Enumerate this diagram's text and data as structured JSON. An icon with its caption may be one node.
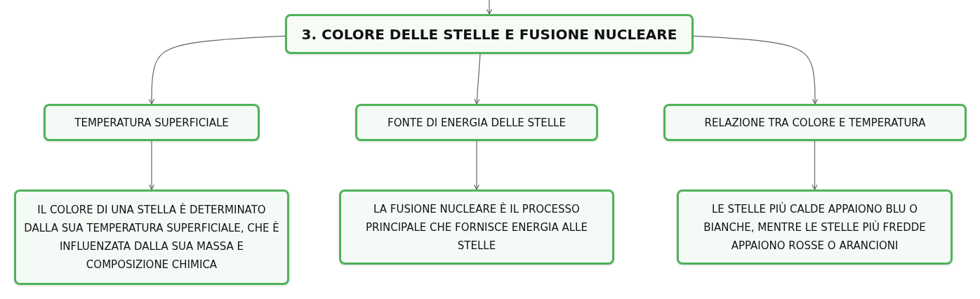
{
  "diagram": {
    "nodes": [
      {
        "text": [
          "3. COLORE DELLE STELLE E FUSIONE NUCLEARE"
        ]
      },
      {
        "text": [
          "TEMPERATURA SUPERFICIALE"
        ]
      },
      {
        "text": [
          "FONTE DI ENERGIA DELLE STELLE"
        ]
      },
      {
        "text": [
          "RELAZIONE TRA COLORE E TEMPERATURA"
        ]
      },
      {
        "text": [
          "IL COLORE DI UNA STELLA È DETERMINATO DALLA SUA TEMPERATURA SUPERFICIALE, CHE È INFLUENZATA DALLA SUA MASSA E COMPOSIZIONE CHIMICA"
        ]
      },
      {
        "text": [
          "LA FUSIONE NUCLEARE È IL PROCESSO PRINCIPALE CHE FORNISCE ENERGIA ALLE STELLE"
        ]
      },
      {
        "text": [
          "LE STELLE PIÙ CALDE APPAIONO BLU O BIANCHE, MENTRE LE STELLE PIÙ FREDDE APPAIONO ROSSE O ARANCIONI"
        ]
      }
    ],
    "edges": [
      {
        "from": null,
        "to": 0,
        "arrow": "to"
      },
      {
        "from": 0,
        "to": 1,
        "arrow": "to"
      },
      {
        "from": 0,
        "to": 2,
        "arrow": "to"
      },
      {
        "from": 0,
        "to": 3,
        "arrow": "to"
      },
      {
        "from": 1,
        "to": 4,
        "arrow": "to"
      },
      {
        "from": 2,
        "to": 5,
        "arrow": "to"
      },
      {
        "from": 3,
        "to": 6,
        "arrow": "to"
      }
    ]
  }
}
